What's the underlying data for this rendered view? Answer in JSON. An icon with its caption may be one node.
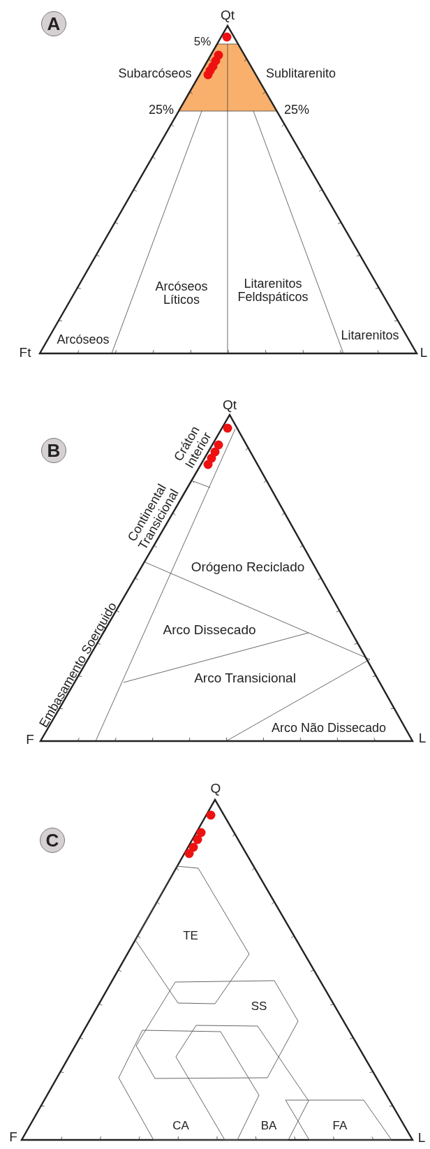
{
  "diagram": {
    "nodes": [
      {
        "text": [
          "A"
        ]
      },
      {
        "text": [
          "B"
        ]
      },
      {
        "text": [
          "C"
        ]
      },
      {
        "text": [
          "TE"
        ]
      },
      {
        "text": [
          "SS"
        ]
      },
      {
        "text": [
          "CA"
        ]
      },
      {
        "text": [
          "BA"
        ]
      },
      {
        "text": [
          "FA"
        ]
      }
    ],
    "labels": [
      "Qt",
      "5%",
      "Subarcóseos",
      "Sublitarenito",
      "25%",
      "25%",
      "Arcóseos Líticos",
      "Litarenitos Feldspáticos",
      "Arcóseos",
      "Litarenitos",
      "Ft",
      "L",
      "Qt",
      "Cráton Interior",
      "Continental Transicional",
      "Orógeno Reciclado",
      "Embasamento Soerguido",
      "Arco Dissecado",
      "Arco Transicional",
      "Arco Não Dissecado",
      "F",
      "L",
      "Q",
      "F",
      "L"
    ]
  }
}
